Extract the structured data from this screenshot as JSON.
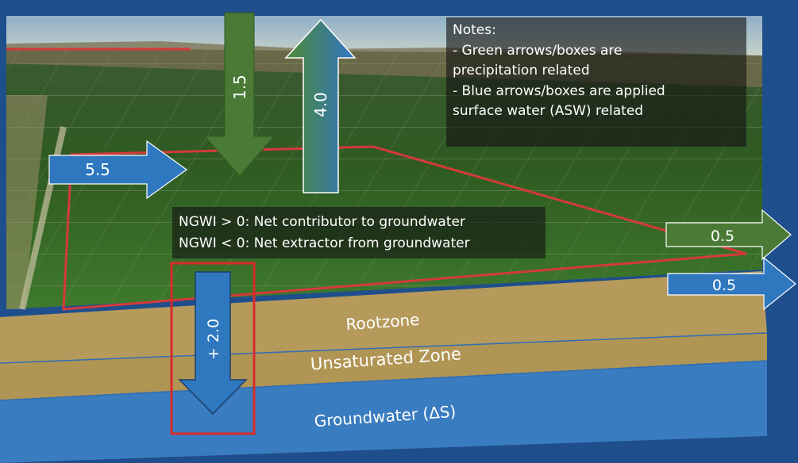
{
  "notes": {
    "title": "Notes:",
    "lines": [
      "- Green arrows/boxes are",
      "precipitation related",
      "- Blue arrows/boxes are applied",
      "surface water (ASW) related"
    ]
  },
  "ngwi": {
    "line1": "NGWI > 0: Net contributor to groundwater",
    "line2": "NGWI < 0: Net extractor from groundwater"
  },
  "flows": {
    "asw_inflow": "5.5",
    "precip_down": "1.5",
    "et_up": "4.0",
    "precip_runoff": "0.5",
    "asw_runoff": "0.5",
    "ngwi": "+ 2.0"
  },
  "layers": {
    "rootzone": "Rootzone",
    "unsaturated": "Unsaturated Zone",
    "groundwater": "Groundwater (ΔS)"
  },
  "colors": {
    "precipitation": "#4a7a35",
    "asw": "#2f78bf",
    "soil": "#b59a5c",
    "groundwater": "#3a7cc0",
    "field_outline": "#d43a3a"
  }
}
